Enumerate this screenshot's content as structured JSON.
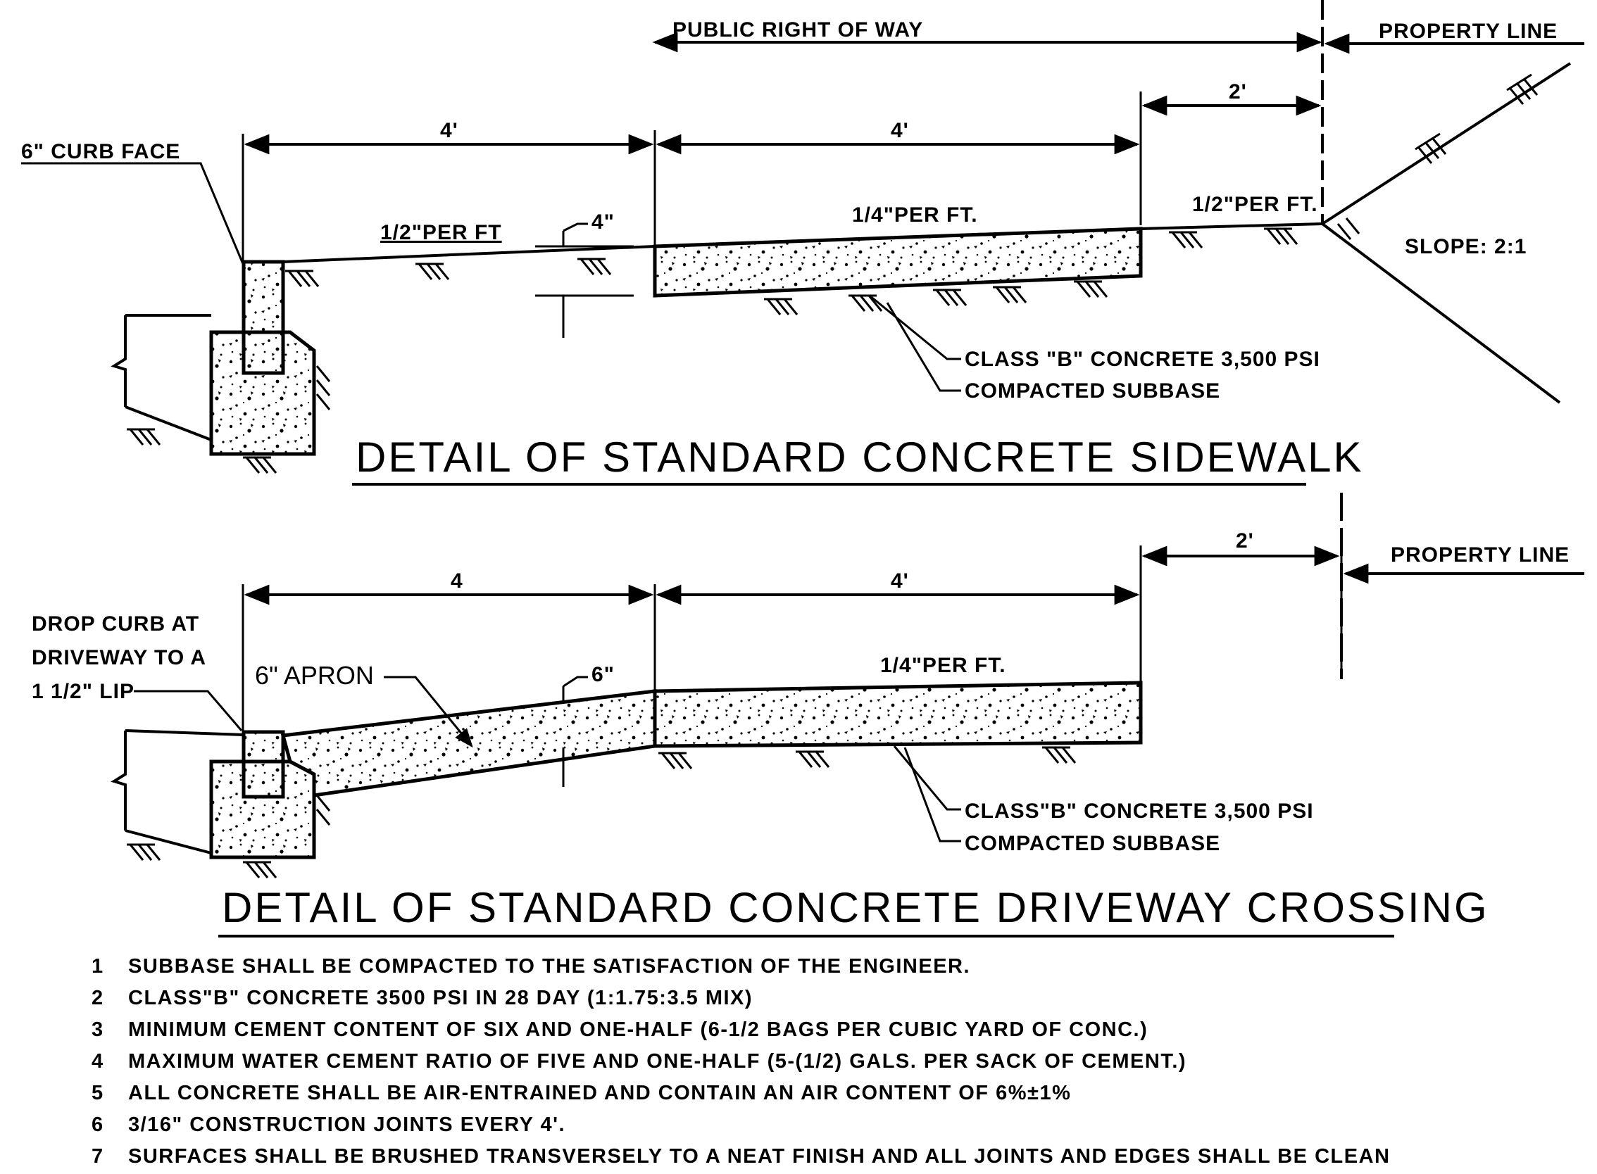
{
  "sidewalk": {
    "public_right_of_way": "PUBLIC RIGHT OF WAY",
    "property_line": "PROPERTY LINE",
    "dim_curb": "4'",
    "dim_walk": "4'",
    "dim_back": "2'",
    "curb_face": "6\" CURB FACE",
    "slope_curb": "1/2\"PER FT",
    "slope_walk": "1/4\"PER FT.",
    "slope_back": "1/2\"PER FT.",
    "thickness": "4\"",
    "slope_bank": "SLOPE: 2:1",
    "concrete": "CLASS \"B\" CONCRETE 3,500 PSI",
    "subbase": "COMPACTED SUBBASE",
    "title": "DETAIL OF STANDARD CONCRETE SIDEWALK"
  },
  "driveway": {
    "property_line": "PROPERTY LINE",
    "dim_apron": "4",
    "dim_walk": "4'",
    "dim_back": "2'",
    "drop_curb_1": "DROP CURB AT",
    "drop_curb_2": "DRIVEWAY TO A",
    "drop_curb_3": "1 1/2\" LIP",
    "apron": "6\" APRON",
    "thickness": "6\"",
    "slope_walk": "1/4\"PER FT.",
    "concrete": "CLASS\"B\" CONCRETE 3,500 PSI",
    "subbase": "COMPACTED SUBBASE",
    "title": "DETAIL OF STANDARD CONCRETE DRIVEWAY CROSSING"
  },
  "notes": [
    {
      "num": "1",
      "text": "SUBBASE SHALL BE COMPACTED TO THE SATISFACTION OF THE ENGINEER."
    },
    {
      "num": "2",
      "text": "CLASS\"B\" CONCRETE 3500 PSI IN 28 DAY (1:1.75:3.5 MIX)"
    },
    {
      "num": "3",
      "text": "MINIMUM CEMENT CONTENT OF SIX AND ONE-HALF (6-1/2 BAGS PER CUBIC YARD OF CONC.)"
    },
    {
      "num": "4",
      "text": "MAXIMUM WATER CEMENT RATIO OF FIVE AND ONE-HALF (5-(1/2) GALS. PER SACK OF CEMENT.)"
    },
    {
      "num": "5",
      "text": "ALL CONCRETE SHALL BE AIR-ENTRAINED AND CONTAIN AN AIR CONTENT OF 6%±1%"
    },
    {
      "num": "6",
      "text": "3/16\" CONSTRUCTION JOINTS EVERY 4'."
    },
    {
      "num": "7",
      "text": "SURFACES SHALL BE BRUSHED TRANSVERSELY TO A NEAT FINISH AND ALL JOINTS AND EDGES SHALL BE CLEAN"
    }
  ]
}
